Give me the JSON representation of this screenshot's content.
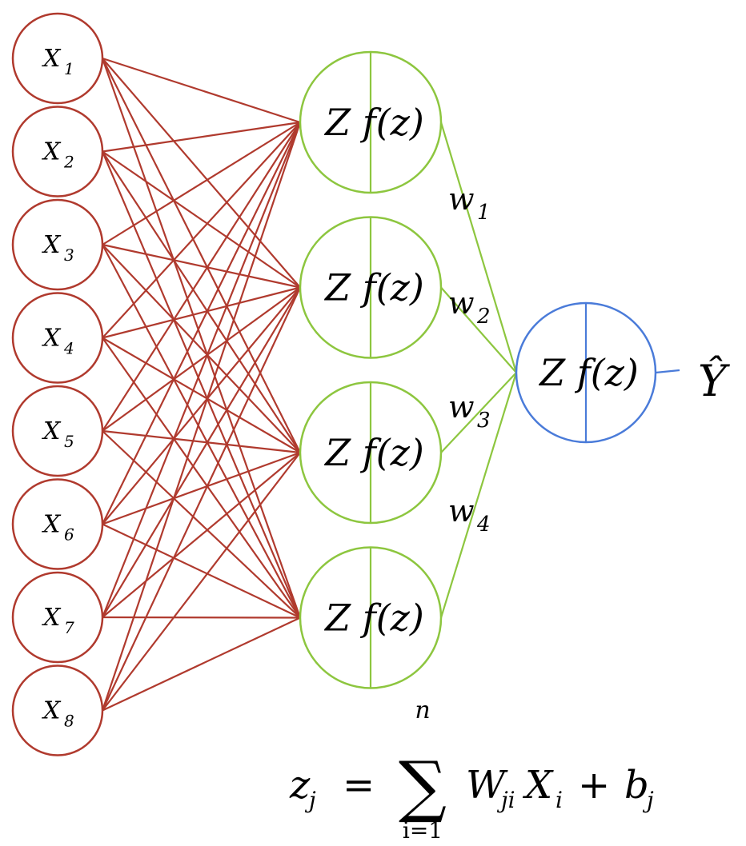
{
  "colors": {
    "input": "#b03a2e",
    "hidden": "#8dc63f",
    "output": "#4a7bd9",
    "text": "#000000"
  },
  "inputs": [
    {
      "base": "X",
      "sub": "1"
    },
    {
      "base": "X",
      "sub": "2"
    },
    {
      "base": "X",
      "sub": "3"
    },
    {
      "base": "X",
      "sub": "4"
    },
    {
      "base": "X",
      "sub": "5"
    },
    {
      "base": "X",
      "sub": "6"
    },
    {
      "base": "X",
      "sub": "7"
    },
    {
      "base": "X",
      "sub": "8"
    }
  ],
  "hidden_label": "Z f(z)",
  "hidden_count": 4,
  "output_label": "Z f(z)",
  "weights": [
    {
      "base": "w",
      "sub": "1"
    },
    {
      "base": "w",
      "sub": "2"
    },
    {
      "base": "w",
      "sub": "3"
    },
    {
      "base": "w",
      "sub": "4"
    }
  ],
  "y_hat": "Ŷ",
  "formula": {
    "lhs": "z",
    "lhs_sub": "j",
    "equals": "=",
    "sigma": "∑",
    "upper": "n",
    "lower": "i=1",
    "term_w": "W",
    "term_w_sub": "ji",
    "term_x": "X",
    "term_x_sub": "i",
    "plus": "+",
    "term_b": "b",
    "term_b_sub": "j"
  }
}
